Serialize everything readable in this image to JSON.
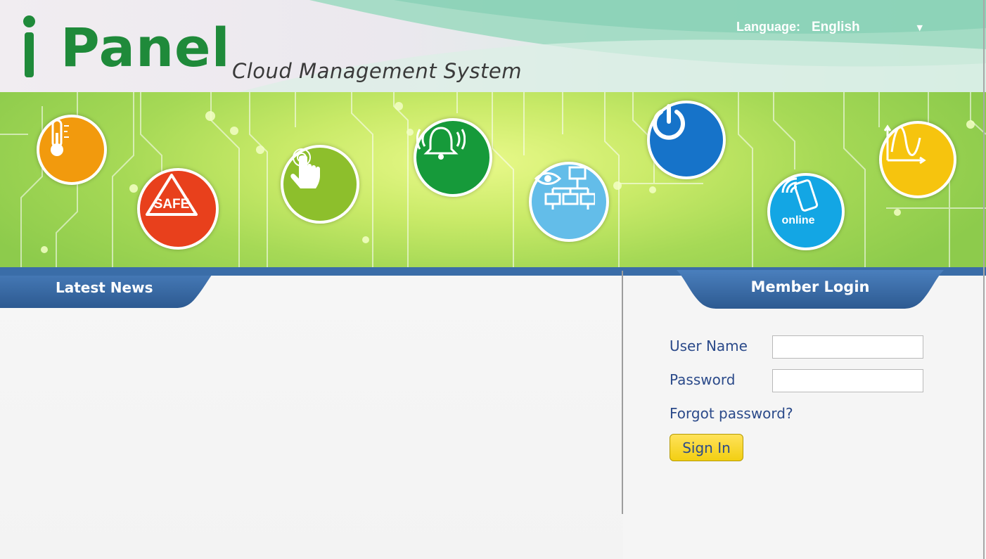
{
  "app": {
    "logo_letter": "i",
    "logo_word": "Panel",
    "subtitle": "Cloud Management System"
  },
  "language": {
    "label": "Language:",
    "selected": "English"
  },
  "banner_icons": [
    {
      "name": "thermometer-icon",
      "color": "#f29a0d"
    },
    {
      "name": "safe-icon",
      "label": "SAFE",
      "color": "#e8401c"
    },
    {
      "name": "touch-hand-icon",
      "color": "#8dbf2c"
    },
    {
      "name": "alarm-bell-icon",
      "color": "#169a3a"
    },
    {
      "name": "network-monitor-icon",
      "color": "#63bde9"
    },
    {
      "name": "power-icon",
      "color": "#1673c9"
    },
    {
      "name": "online-phone-icon",
      "label": "online",
      "color": "#13a6e4"
    },
    {
      "name": "waveform-chart-icon",
      "color": "#f6c40e"
    }
  ],
  "news": {
    "title": "Latest News"
  },
  "login": {
    "title": "Member Login",
    "username_label": "User Name",
    "password_label": "Password",
    "username_value": "",
    "password_value": "",
    "forgot_label": "Forgot password?",
    "signin_label": "Sign In"
  },
  "colors": {
    "brand_green": "#1f8a3a",
    "tab_blue": "#3a6da8",
    "label_blue": "#2b4a8a",
    "button_yellow": "#f2cf12"
  }
}
